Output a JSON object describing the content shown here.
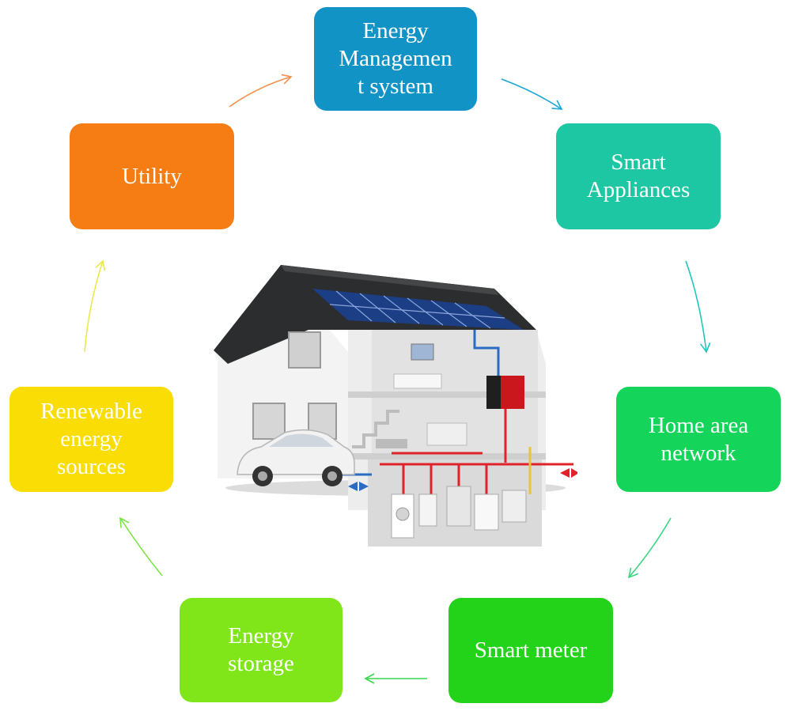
{
  "nodes": [
    {
      "id": "ems",
      "lines": [
        "Energy",
        "Managemen",
        "t system"
      ],
      "color": "#1193c6"
    },
    {
      "id": "appliances",
      "lines": [
        "Smart",
        "Appliances"
      ],
      "color": "#1ec7a4"
    },
    {
      "id": "han",
      "lines": [
        "Home area",
        "network"
      ],
      "color": "#14d45a"
    },
    {
      "id": "meter",
      "lines": [
        "Smart meter"
      ],
      "color": "#22d31a"
    },
    {
      "id": "storage",
      "lines": [
        "Energy",
        "storage"
      ],
      "color": "#80e619"
    },
    {
      "id": "renewable",
      "lines": [
        "Renewable",
        "energy",
        "sources"
      ],
      "color": "#f9dd05"
    },
    {
      "id": "utility",
      "lines": [
        "Utility"
      ],
      "color": "#f57d13"
    }
  ],
  "arrow_colors": [
    "#1aa7d6",
    "#1ec7c0",
    "#38d77f",
    "#38d74a",
    "#7be445",
    "#e9ea4a",
    "#f6904a"
  ],
  "illustration": {
    "icon": "smart-home-illustration-icon",
    "wall": "#ececec",
    "roof": "#2c2d2f",
    "solar_panel": "#1c3e84",
    "inverter": "#c9171d",
    "power_line": "#e0232b",
    "water_line": "#2a6bc4",
    "car": "#f2f2f2"
  }
}
